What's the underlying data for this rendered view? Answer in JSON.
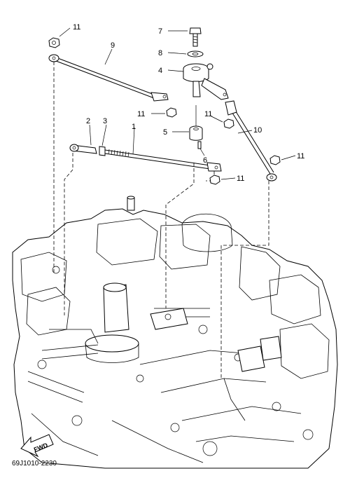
{
  "callouts": [
    {
      "id": "c11a",
      "label": "11"
    },
    {
      "id": "c9",
      "label": "9"
    },
    {
      "id": "c7",
      "label": "7"
    },
    {
      "id": "c8",
      "label": "8"
    },
    {
      "id": "c4",
      "label": "4"
    },
    {
      "id": "c11b",
      "label": "11"
    },
    {
      "id": "c11c",
      "label": "11"
    },
    {
      "id": "c2",
      "label": "2"
    },
    {
      "id": "c3",
      "label": "3"
    },
    {
      "id": "c1",
      "label": "1"
    },
    {
      "id": "c5",
      "label": "5"
    },
    {
      "id": "c10",
      "label": "10"
    },
    {
      "id": "c6",
      "label": "6"
    },
    {
      "id": "c11d",
      "label": "11"
    },
    {
      "id": "c11e",
      "label": "11"
    }
  ],
  "direction_label": "FWD",
  "diagram_code": "69J1010-2230"
}
